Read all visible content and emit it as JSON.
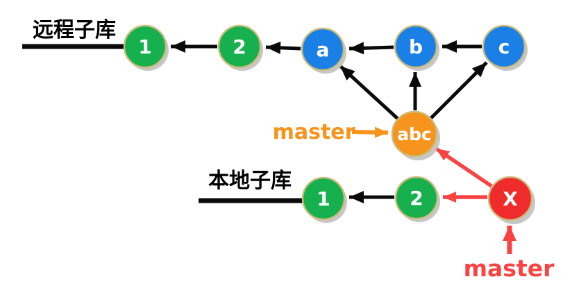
{
  "diagram": {
    "remote_lane": {
      "label": "远程子库"
    },
    "local_lane": {
      "label": "本地子库"
    },
    "nodes": {
      "remote_1": {
        "label": "1"
      },
      "remote_2": {
        "label": "2"
      },
      "commit_a": {
        "label": "a"
      },
      "commit_b": {
        "label": "b"
      },
      "commit_c": {
        "label": "c"
      },
      "merge_abc": {
        "label": "abc"
      },
      "local_1": {
        "label": "1"
      },
      "local_2": {
        "label": "2"
      },
      "commit_x": {
        "label": "X"
      }
    },
    "pointers": {
      "master_remote": {
        "label": "master"
      },
      "master_local": {
        "label": "master"
      }
    },
    "colors": {
      "commit_green": "#16b14e",
      "commit_blue": "#1a80e5",
      "merge_orange": "#f7941d",
      "conflict_red": "#f02b2b",
      "node_border": "#cdbc7c",
      "node_shadow": "#bdbdbd",
      "arrow_black": "#0a0a0a",
      "master_orange": "#f7941d",
      "master_red": "#f84343",
      "node_text": "#ffffff",
      "lane_label_text": "#000000",
      "background": "#ffffff"
    }
  }
}
